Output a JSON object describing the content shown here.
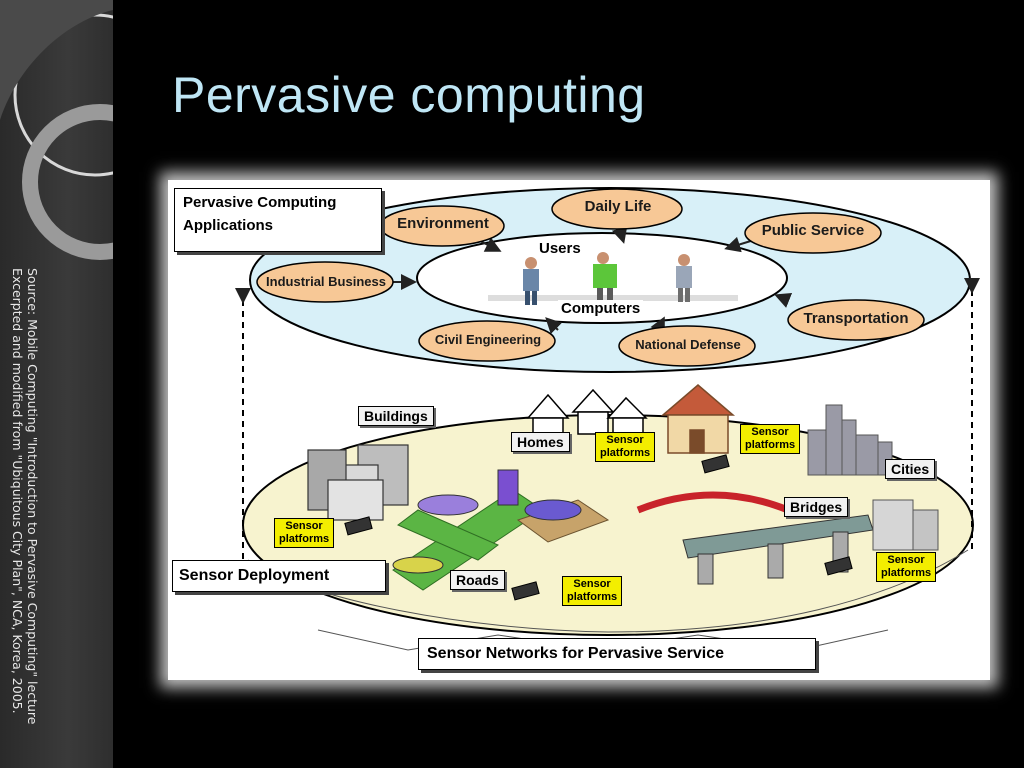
{
  "slide": {
    "title": "Pervasive computing",
    "source_line1": "Source: Mobile Computing  \"Introduction to Pervasive Computing\" lecture",
    "source_line2": "Excerpted and modified from \"Ubiquitous City Plan\", NCA, Korea, 2005."
  },
  "diagram": {
    "apps_label_line1": "Pervasive Computing",
    "apps_label_line2": "Applications",
    "users": "Users",
    "computers": "Computers",
    "applications": {
      "environment": "Environment",
      "daily_life": "Daily Life",
      "public_service": "Public Service",
      "industrial_business": "Industrial Business",
      "transportation": "Transportation",
      "civil_engineering": "Civil Engineering",
      "national_defense": "National Defense"
    },
    "buildings": "Buildings",
    "homes": "Homes",
    "cities": "Cities",
    "bridges": "Bridges",
    "roads": "Roads",
    "sensor_platforms_line1": "Sensor",
    "sensor_platforms_line2": "platforms",
    "sensor_deployment": "Sensor Deployment",
    "sensor_networks": "Sensor Networks for Pervasive Service"
  }
}
